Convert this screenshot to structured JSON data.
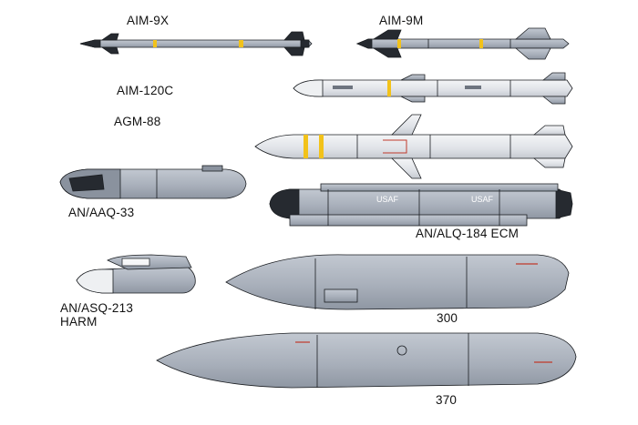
{
  "labels": {
    "aim9x": "AIM-9X",
    "aim9m": "AIM-9M",
    "aim120c": "AIM-120C",
    "agm88": "AGM-88",
    "aaq33": "AN/AAQ-33",
    "alq184": "AN/ALQ-184 ECM",
    "asq213_line1": "AN/ASQ-213",
    "asq213_line2": "HARM",
    "tank300": "300",
    "tank370": "370"
  },
  "stencils": {
    "usaf_1": "USAF",
    "usaf_2": "USAF"
  },
  "colors": {
    "body_light": "#d9dde3",
    "body_gray": "#a9b0bb",
    "dark": "#262a30",
    "yellow": "#f2c21a",
    "red": "#c0392b",
    "outline": "#1b1e22"
  }
}
